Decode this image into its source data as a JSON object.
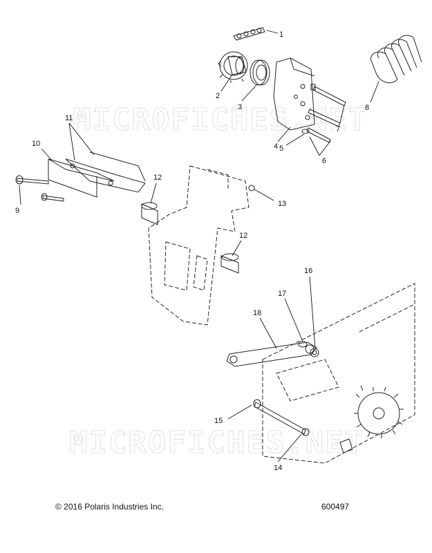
{
  "diagram": {
    "watermark": "MICROFICHES.NET",
    "callouts": [
      "1",
      "2",
      "3",
      "4",
      "5",
      "6",
      "7",
      "8",
      "9",
      "10",
      "11",
      "12",
      "12",
      "13",
      "14",
      "15",
      "16",
      "17",
      "18"
    ]
  },
  "footer": {
    "copyright": "© 2016 Polaris Industries Inc.",
    "document_number": "600497"
  }
}
